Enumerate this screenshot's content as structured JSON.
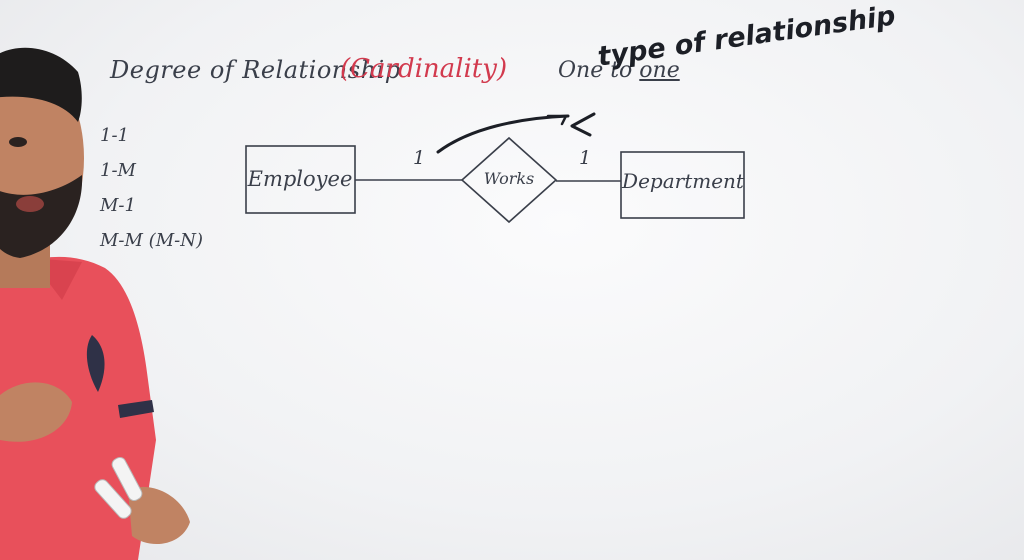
{
  "board": {
    "title": "Degree of Relationship",
    "subtitle": "(Cardinality)",
    "cardinality_type": {
      "prefix": "One to ",
      "emphasis": "one"
    },
    "annotation": "type of relationship",
    "degree_list": [
      "1-1",
      "1-M",
      "M-1",
      "M-M (M-N)"
    ]
  },
  "diagram": {
    "entity_left": "Employee",
    "relationship": "Works",
    "entity_right": "Department",
    "cardinality_left": "1",
    "cardinality_right": "1"
  },
  "colors": {
    "marker": "#3a3f4a",
    "accent_red": "#d23a4e",
    "annotation": "#1c1f26",
    "shirt": "#e8505b"
  }
}
